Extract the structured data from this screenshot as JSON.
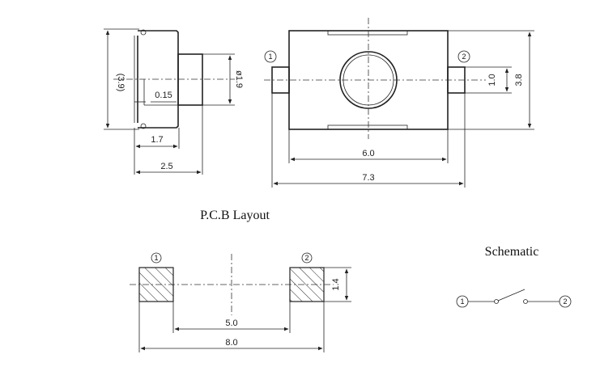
{
  "side_view": {
    "height_ref": "(3.9)",
    "thickness": "0.15",
    "depth": "1.7",
    "total_depth": "2.5",
    "actuator_dia": "ø1.9"
  },
  "top_view": {
    "pin1": "1",
    "pin2": "2",
    "terminal_width": "1.0",
    "body_height": "3.8",
    "body_length": "6.0",
    "total_length": "7.3"
  },
  "pcb": {
    "title": "P.C.B Layout",
    "pad1": "1",
    "pad2": "2",
    "pad_size": "1.4",
    "inner_span": "5.0",
    "outer_span": "8.0"
  },
  "schematic": {
    "title": "Schematic",
    "pin1": "1",
    "pin2": "2"
  }
}
